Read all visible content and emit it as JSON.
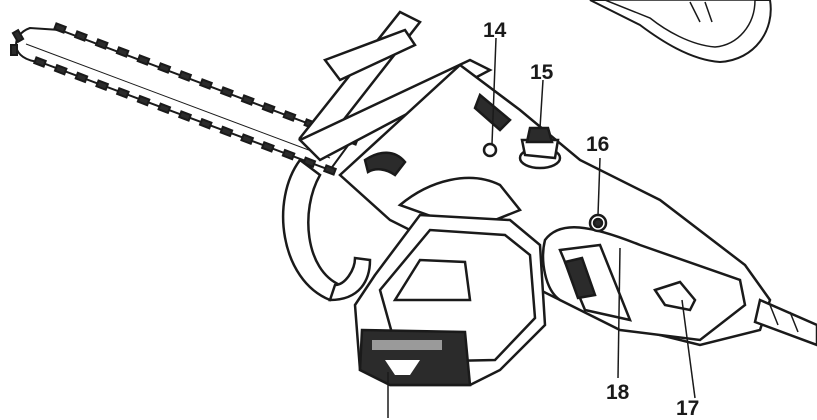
{
  "callouts": [
    {
      "id": "c14",
      "label": "14"
    },
    {
      "id": "c15",
      "label": "15"
    },
    {
      "id": "c16",
      "label": "16"
    },
    {
      "id": "c17",
      "label": "17"
    },
    {
      "id": "c18",
      "label": "18"
    }
  ],
  "colors": {
    "stroke": "#1a1a1a",
    "fill_light": "#ffffff",
    "fill_shade": "#2b2b2b",
    "fill_mid": "#9a9a9a"
  }
}
